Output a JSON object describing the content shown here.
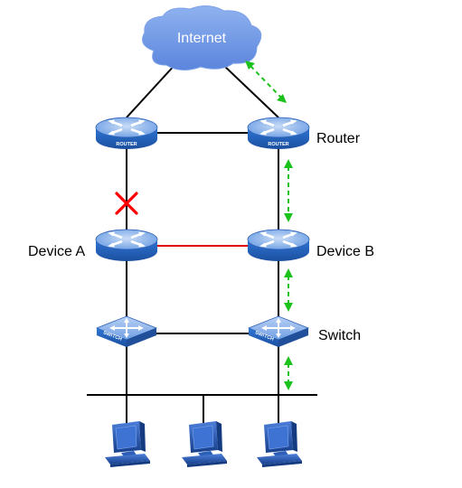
{
  "labels": {
    "internet": "Internet",
    "router": "Router",
    "device_a": "Device A",
    "device_b": "Device B",
    "switch": "Switch"
  },
  "device_tags": {
    "router": "ROUTER",
    "switch": "SWITCH"
  },
  "colors": {
    "link": "#000000",
    "ha_link": "#e00000",
    "arrow": "#1cc21c",
    "fault_mark": "#ff0000",
    "device_blue": "#2a6fd0",
    "cloud": "#6f95e6"
  }
}
